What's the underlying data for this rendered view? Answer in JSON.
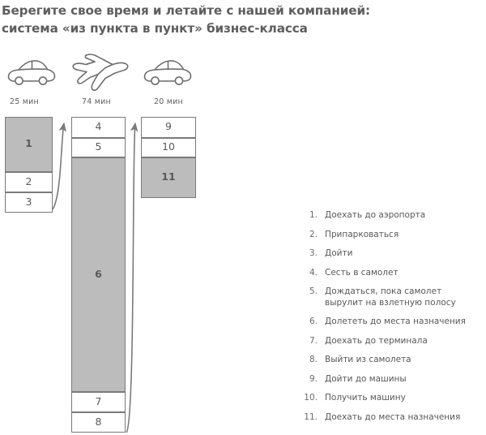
{
  "title": {
    "line1": "Берегите свое время и летайте с нашей компанией:",
    "line2": "система «из пункта в пункт» бизнес-класса"
  },
  "legs": [
    {
      "icon": "car-icon",
      "duration": "25 мин"
    },
    {
      "icon": "airplane-icon",
      "duration": "74 мин"
    },
    {
      "icon": "car-icon",
      "duration": "20 мин"
    }
  ],
  "columns": [
    {
      "name": "column-car-to-airport",
      "blocks": [
        {
          "number": "1",
          "shaded": true
        },
        {
          "number": "2",
          "shaded": false
        },
        {
          "number": "3",
          "shaded": false
        }
      ]
    },
    {
      "name": "column-flight",
      "blocks": [
        {
          "number": "4",
          "shaded": false
        },
        {
          "number": "5",
          "shaded": false
        },
        {
          "number": "6",
          "shaded": true
        },
        {
          "number": "7",
          "shaded": false
        },
        {
          "number": "8",
          "shaded": false
        }
      ]
    },
    {
      "name": "column-car-to-destination",
      "blocks": [
        {
          "number": "9",
          "shaded": false
        },
        {
          "number": "10",
          "shaded": false
        },
        {
          "number": "11",
          "shaded": true
        }
      ]
    }
  ],
  "legend": [
    {
      "num": "1.",
      "text": "Доехать до аэропорта"
    },
    {
      "num": "2.",
      "text": "Припарковаться"
    },
    {
      "num": "3.",
      "text": "Дойти"
    },
    {
      "num": "4.",
      "text": "Сесть в самолет"
    },
    {
      "num": "5.",
      "text": "Дождаться, пока самолет вырулит на взлетную полосу"
    },
    {
      "num": "6.",
      "text": "Долететь до места назначения"
    },
    {
      "num": "7.",
      "text": "Доехать до терминала"
    },
    {
      "num": "8.",
      "text": "Выйти из самолета"
    },
    {
      "num": "9.",
      "text": "Дойти до машины"
    },
    {
      "num": "10.",
      "text": "Получить машину"
    },
    {
      "num": "11.",
      "text": "Доехать до места назначения"
    }
  ],
  "colors": {
    "shaded_block": "#bcbcbc",
    "block_border": "#7a7a7a",
    "text": "#5a5a5a"
  }
}
